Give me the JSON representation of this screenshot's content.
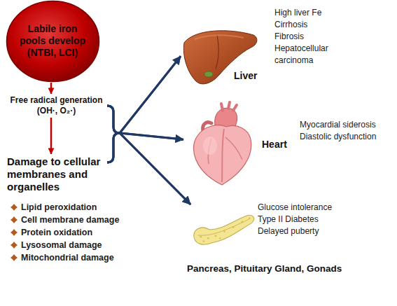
{
  "diagram": {
    "nodes": [
      {
        "text": [
          "Labile iron pools develop (NTBI, LCI)"
        ]
      },
      {
        "text": [
          "Free radical generation (OH·, O₂·)"
        ]
      },
      {
        "text": [
          "Damage to cellular membranes and organelles"
        ]
      },
      {
        "text": [
          "Liver"
        ]
      },
      {
        "text": [
          "Heart"
        ]
      },
      {
        "text": [
          "Pancreas, Pituitary Gland, Gonads"
        ]
      }
    ],
    "edges": [
      {
        "from": 0,
        "to": 1,
        "arrow": "to"
      },
      {
        "from": 1,
        "to": 2,
        "arrow": "to"
      },
      {
        "from": 1,
        "to": 3,
        "arrow": "to"
      },
      {
        "from": 2,
        "to": 3,
        "arrow": "to"
      },
      {
        "from": 1,
        "to": 4,
        "arrow": "to"
      },
      {
        "from": 2,
        "to": 4,
        "arrow": "to"
      },
      {
        "from": 1,
        "to": 5,
        "arrow": "to"
      },
      {
        "from": 2,
        "to": 5,
        "arrow": "to"
      }
    ],
    "labels": [
      "High liver Fe",
      "Cirrhosis",
      "Fibrosis",
      "Hepatocellular carcinoma",
      "Myocardial siderosis",
      "Diastolic dysfunction",
      "Glucose intolerance",
      "Type II Diabetes",
      "Delayed puberty",
      "Lipid peroxidation",
      "Cell membrane damage",
      "Protein oxidation",
      "Lysosomal damage",
      "Mitochondrial damage"
    ]
  }
}
